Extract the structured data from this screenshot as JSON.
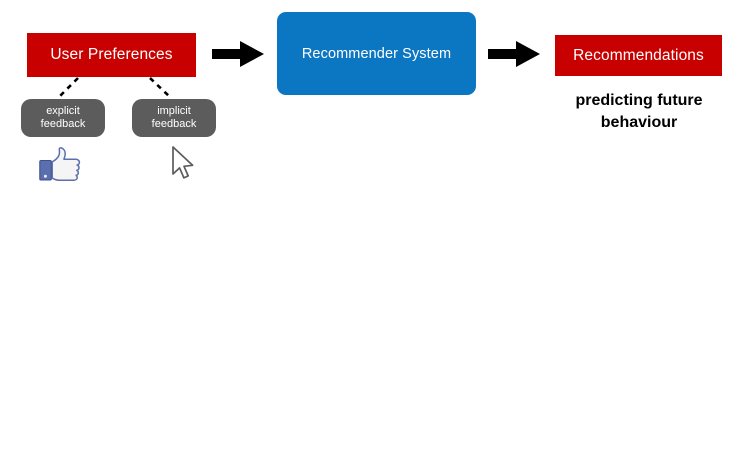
{
  "diagram": {
    "title_nodes": {
      "user_preferences": "User Preferences",
      "recommender_system": "Recommender System",
      "recommendations": "Recommendations"
    },
    "chips": [
      {
        "line1": "explicit",
        "line2": "feedback",
        "icon": "thumbs-up-icon"
      },
      {
        "line1": "implicit",
        "line2": "feedback",
        "icon": "mouse-cursor-icon"
      }
    ],
    "caption": {
      "line1": "predicting future",
      "line2": "behaviour"
    },
    "arrows": [
      {
        "name": "arrow-user-preferences-to-recommender",
        "direction": "right"
      },
      {
        "name": "arrow-recommender-to-recommendations",
        "direction": "right"
      }
    ],
    "connectors": [
      {
        "name": "dashed-connector-explicit",
        "style": "dashed"
      },
      {
        "name": "dashed-connector-implicit",
        "style": "dashed"
      }
    ],
    "colors": {
      "red": "#c80000",
      "blue": "#0b77c2",
      "gray": "#5c5c5c",
      "black": "#000000",
      "white": "#ffffff",
      "thumb_blue": "#5b6fae",
      "thumb_fill": "#f2f2f2"
    }
  }
}
